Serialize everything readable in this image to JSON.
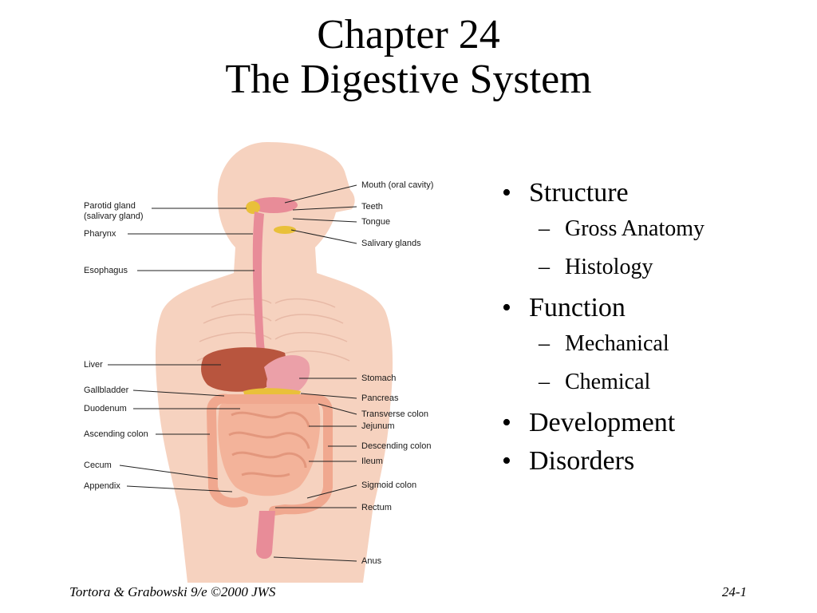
{
  "slide": {
    "title_line1": "Chapter 24",
    "title_line2": "The Digestive System"
  },
  "figure": {
    "labels_left": [
      "Parotid gland",
      "(salivary gland)",
      "Pharynx",
      "Esophagus",
      "Liver",
      "Gallbladder",
      "Duodenum",
      "Ascending colon",
      "Cecum",
      "Appendix"
    ],
    "labels_right": [
      "Mouth (oral cavity)",
      "Teeth",
      "Tongue",
      "Salivary glands",
      "Stomach",
      "Pancreas",
      "Transverse colon",
      "Jejunum",
      "Descending colon",
      "Ileum",
      "Sigmoid colon",
      "Rectum",
      "Anus"
    ]
  },
  "bullets": {
    "structure": "Structure",
    "gross_anatomy": "Gross Anatomy",
    "histology": "Histology",
    "function": "Function",
    "mechanical": "Mechanical",
    "chemical": "Chemical",
    "development": "Development",
    "disorders": "Disorders",
    "bullet_glyph": "•",
    "dash_glyph": "–"
  },
  "footer": {
    "left": "Tortora & Grabowski 9/e ©2000 JWS",
    "right": "24-1"
  },
  "colors": {
    "skin": "#f6d2bf",
    "organ_pink": "#e88c98",
    "liver": "#b8553e",
    "intestine": "#f3b39a"
  }
}
